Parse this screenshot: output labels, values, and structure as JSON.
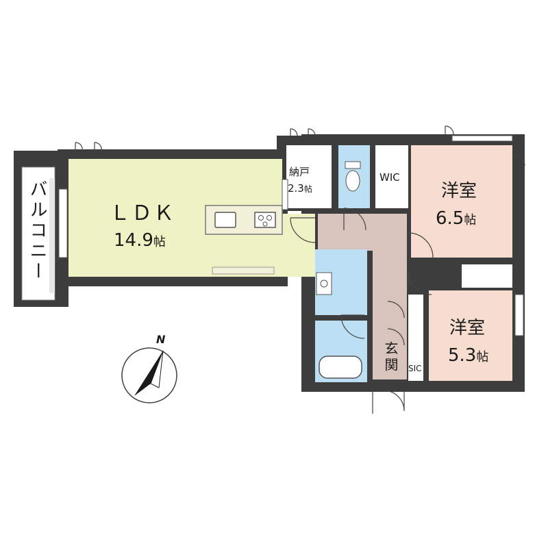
{
  "rooms": {
    "ldk": {
      "name": "ＬＤＫ",
      "area": "14.9",
      "unit": "帖"
    },
    "storage": {
      "name": "納戸",
      "area": "2.3",
      "unit": "帖"
    },
    "wic": {
      "name": "WIC"
    },
    "western1": {
      "name": "洋室",
      "area": "6.5",
      "unit": "帖"
    },
    "western2": {
      "name": "洋室",
      "area": "5.3",
      "unit": "帖"
    },
    "entrance": {
      "name": "玄関"
    },
    "sic": {
      "name": "SIC"
    },
    "balcony": {
      "name": "バルコニー"
    }
  },
  "compass": {
    "label": "N"
  },
  "colors": {
    "wall": "#3d3d3d",
    "ldk": "#eef2c4",
    "western": "#f6ddcf",
    "hall": "#d9c3bd",
    "wet": "#bcdff3",
    "storage": "#ffffff",
    "fixture": "#f2f0d8"
  }
}
